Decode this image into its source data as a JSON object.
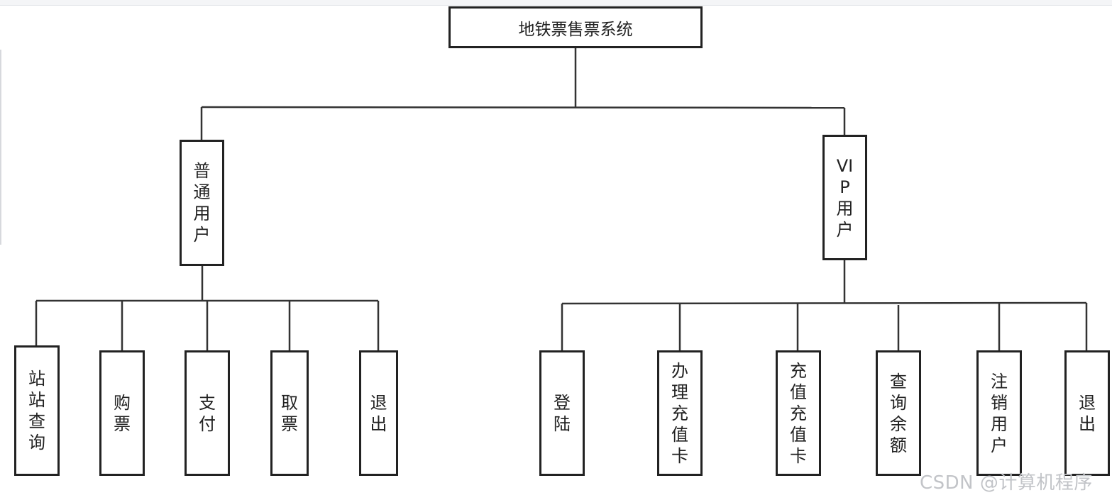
{
  "diagram": {
    "root": {
      "label": "地铁票售票系统"
    },
    "branches": [
      {
        "label": "普通用户",
        "children": [
          "站站查询",
          "购票",
          "支付",
          "取票",
          "退出"
        ]
      },
      {
        "label": "VIP用户",
        "children": [
          "登陆",
          "办理充值卡",
          "充值充值卡",
          "查询余额",
          "注销用户",
          "退出"
        ]
      }
    ]
  },
  "watermark": "CSDN @计算机程序"
}
